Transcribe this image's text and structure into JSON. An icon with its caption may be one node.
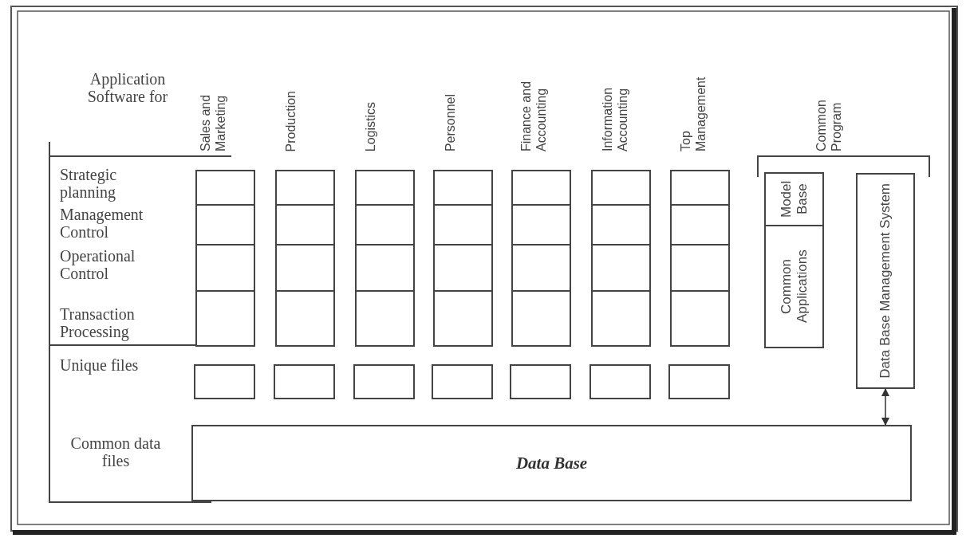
{
  "diagram": {
    "nodes": [
      {
        "text": [],
        "shape": "box"
      },
      {
        "text": [],
        "shape": "box"
      },
      {
        "text": [],
        "shape": "box"
      },
      {
        "text": [],
        "shape": "box"
      },
      {
        "text": [],
        "shape": "box"
      },
      {
        "text": [],
        "shape": "box"
      },
      {
        "text": [],
        "shape": "box"
      },
      {
        "text": [],
        "shape": "box"
      },
      {
        "text": [],
        "shape": "box"
      },
      {
        "text": [],
        "shape": "box"
      },
      {
        "text": [],
        "shape": "box"
      },
      {
        "text": [],
        "shape": "box"
      },
      {
        "text": [],
        "shape": "box"
      },
      {
        "text": [],
        "shape": "box"
      },
      {
        "text": [],
        "shape": "box"
      },
      {
        "text": [],
        "shape": "box"
      },
      {
        "text": [],
        "shape": "box"
      },
      {
        "text": [],
        "shape": "box"
      },
      {
        "text": [],
        "shape": "box"
      },
      {
        "text": [],
        "shape": "box"
      },
      {
        "text": [],
        "shape": "box"
      },
      {
        "text": [],
        "shape": "box"
      },
      {
        "text": [],
        "shape": "box"
      },
      {
        "text": [],
        "shape": "box"
      },
      {
        "text": [],
        "shape": "box"
      },
      {
        "text": [],
        "shape": "box"
      },
      {
        "text": [],
        "shape": "box"
      },
      {
        "text": [],
        "shape": "box"
      },
      {
        "text": [],
        "shape": "box"
      },
      {
        "text": [],
        "shape": "box"
      },
      {
        "text": [],
        "shape": "box"
      },
      {
        "text": [],
        "shape": "box"
      },
      {
        "text": [],
        "shape": "box"
      },
      {
        "text": [],
        "shape": "box"
      },
      {
        "text": [],
        "shape": "box"
      },
      {
        "text": [
          "Model Base"
        ]
      },
      {
        "text": [
          "Common Applications"
        ]
      },
      {
        "text": [
          "Data Base Management System"
        ]
      },
      {
        "text": [
          "Data Base"
        ]
      }
    ],
    "edges": [
      {
        "from": 37,
        "to": 38,
        "arrow": "both"
      }
    ],
    "labels": [
      "Application Software for",
      "Sales and Marketing",
      "Production",
      "Logistics",
      "Personnel",
      "Finance and Accounting",
      "Information Accounting",
      "Top Management",
      "Common Program",
      "Strategic planning",
      "Management Control",
      "Operational Control",
      "Transaction Processing",
      "Unique files",
      "Common data files"
    ]
  }
}
